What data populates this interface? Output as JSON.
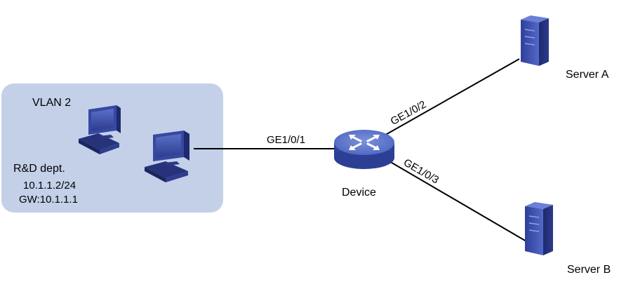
{
  "vlan": {
    "name": "VLAN 2",
    "dept": "R&D dept.",
    "ip": "10.1.1.2/24",
    "gateway": "GW:10.1.1.1"
  },
  "device": {
    "name": "Device"
  },
  "servers": {
    "a": "Server A",
    "b": "Server B"
  },
  "ports": {
    "p1": "GE1/0/1",
    "p2": "GE1/0/2",
    "p3": "GE1/0/3"
  },
  "colors": {
    "vlan_area": "#c3d0e8",
    "link": "#000000",
    "device_body": "#3a4fa0",
    "device_top": "#5a73c6"
  }
}
